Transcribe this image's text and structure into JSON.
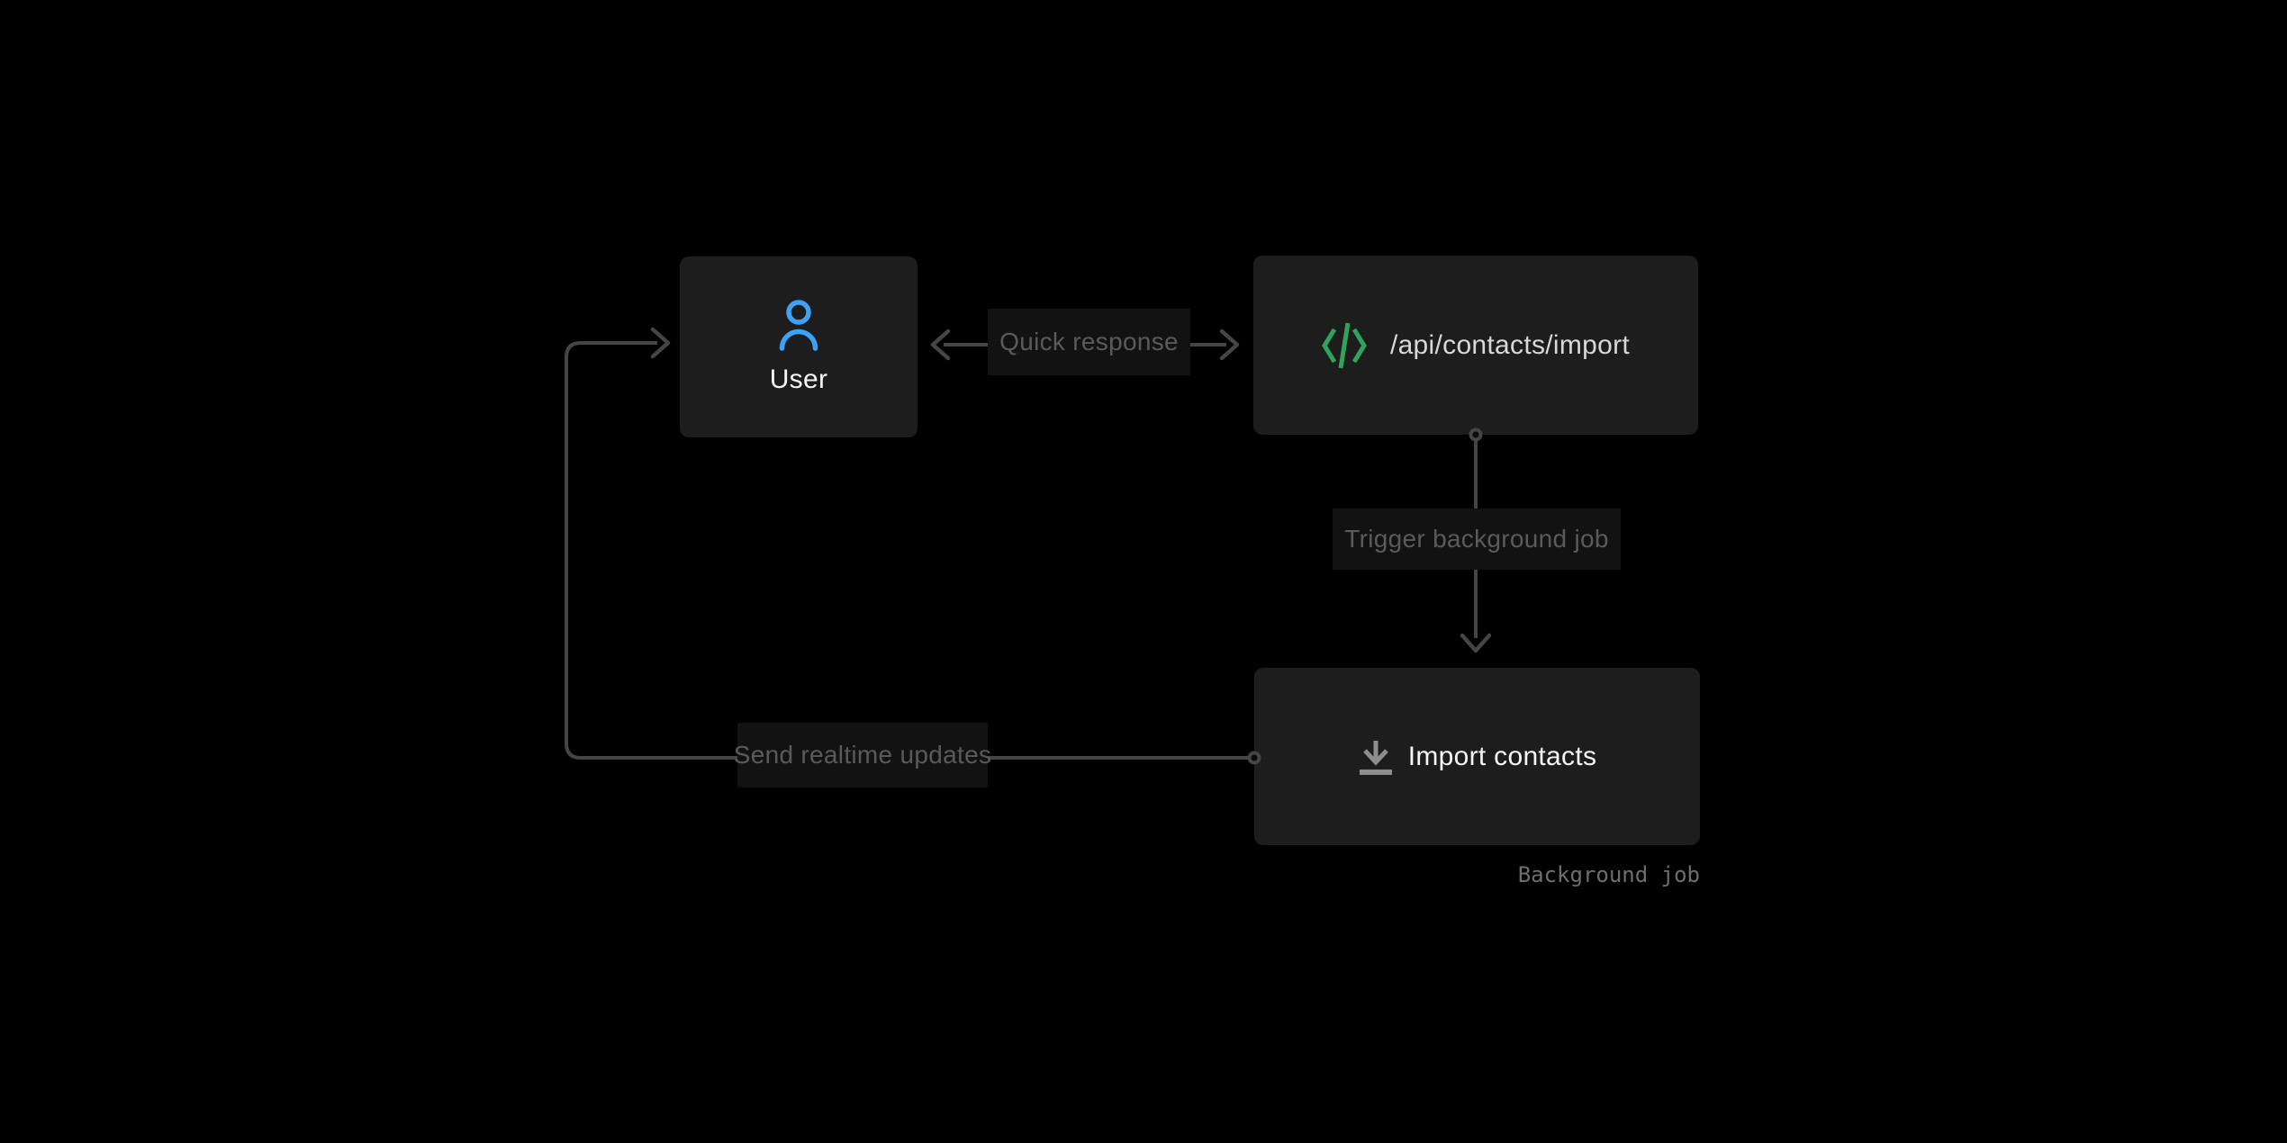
{
  "diagram": {
    "nodes": [
      {
        "id": "user",
        "label": "User",
        "icon": "user-icon"
      },
      {
        "id": "api",
        "label": "/api/contacts/import",
        "icon": "code-icon"
      },
      {
        "id": "import",
        "label": "Import contacts",
        "icon": "download-icon",
        "caption": "Background job"
      }
    ],
    "edges": [
      {
        "from": "user",
        "to": "api",
        "label": "Quick response",
        "direction": "bidirectional"
      },
      {
        "from": "api",
        "to": "import",
        "label": "Trigger background job",
        "direction": "down"
      },
      {
        "from": "import",
        "to": "user",
        "label": "Send realtime updates",
        "direction": "left-then-up"
      }
    ]
  },
  "theme": {
    "background": "#000000",
    "node-fill": "#1d1d1d",
    "label-fill": "#121212",
    "line-color": "#454545",
    "label-text": "#5a5a5a",
    "node-text": "#f5f5f5",
    "api-text": "#d8d8d8",
    "accent-blue": "#3ea1f4",
    "accent-green": "#2fa45c",
    "icon-gray": "#8d8d8d",
    "caption-text": "#6e6e6e"
  }
}
